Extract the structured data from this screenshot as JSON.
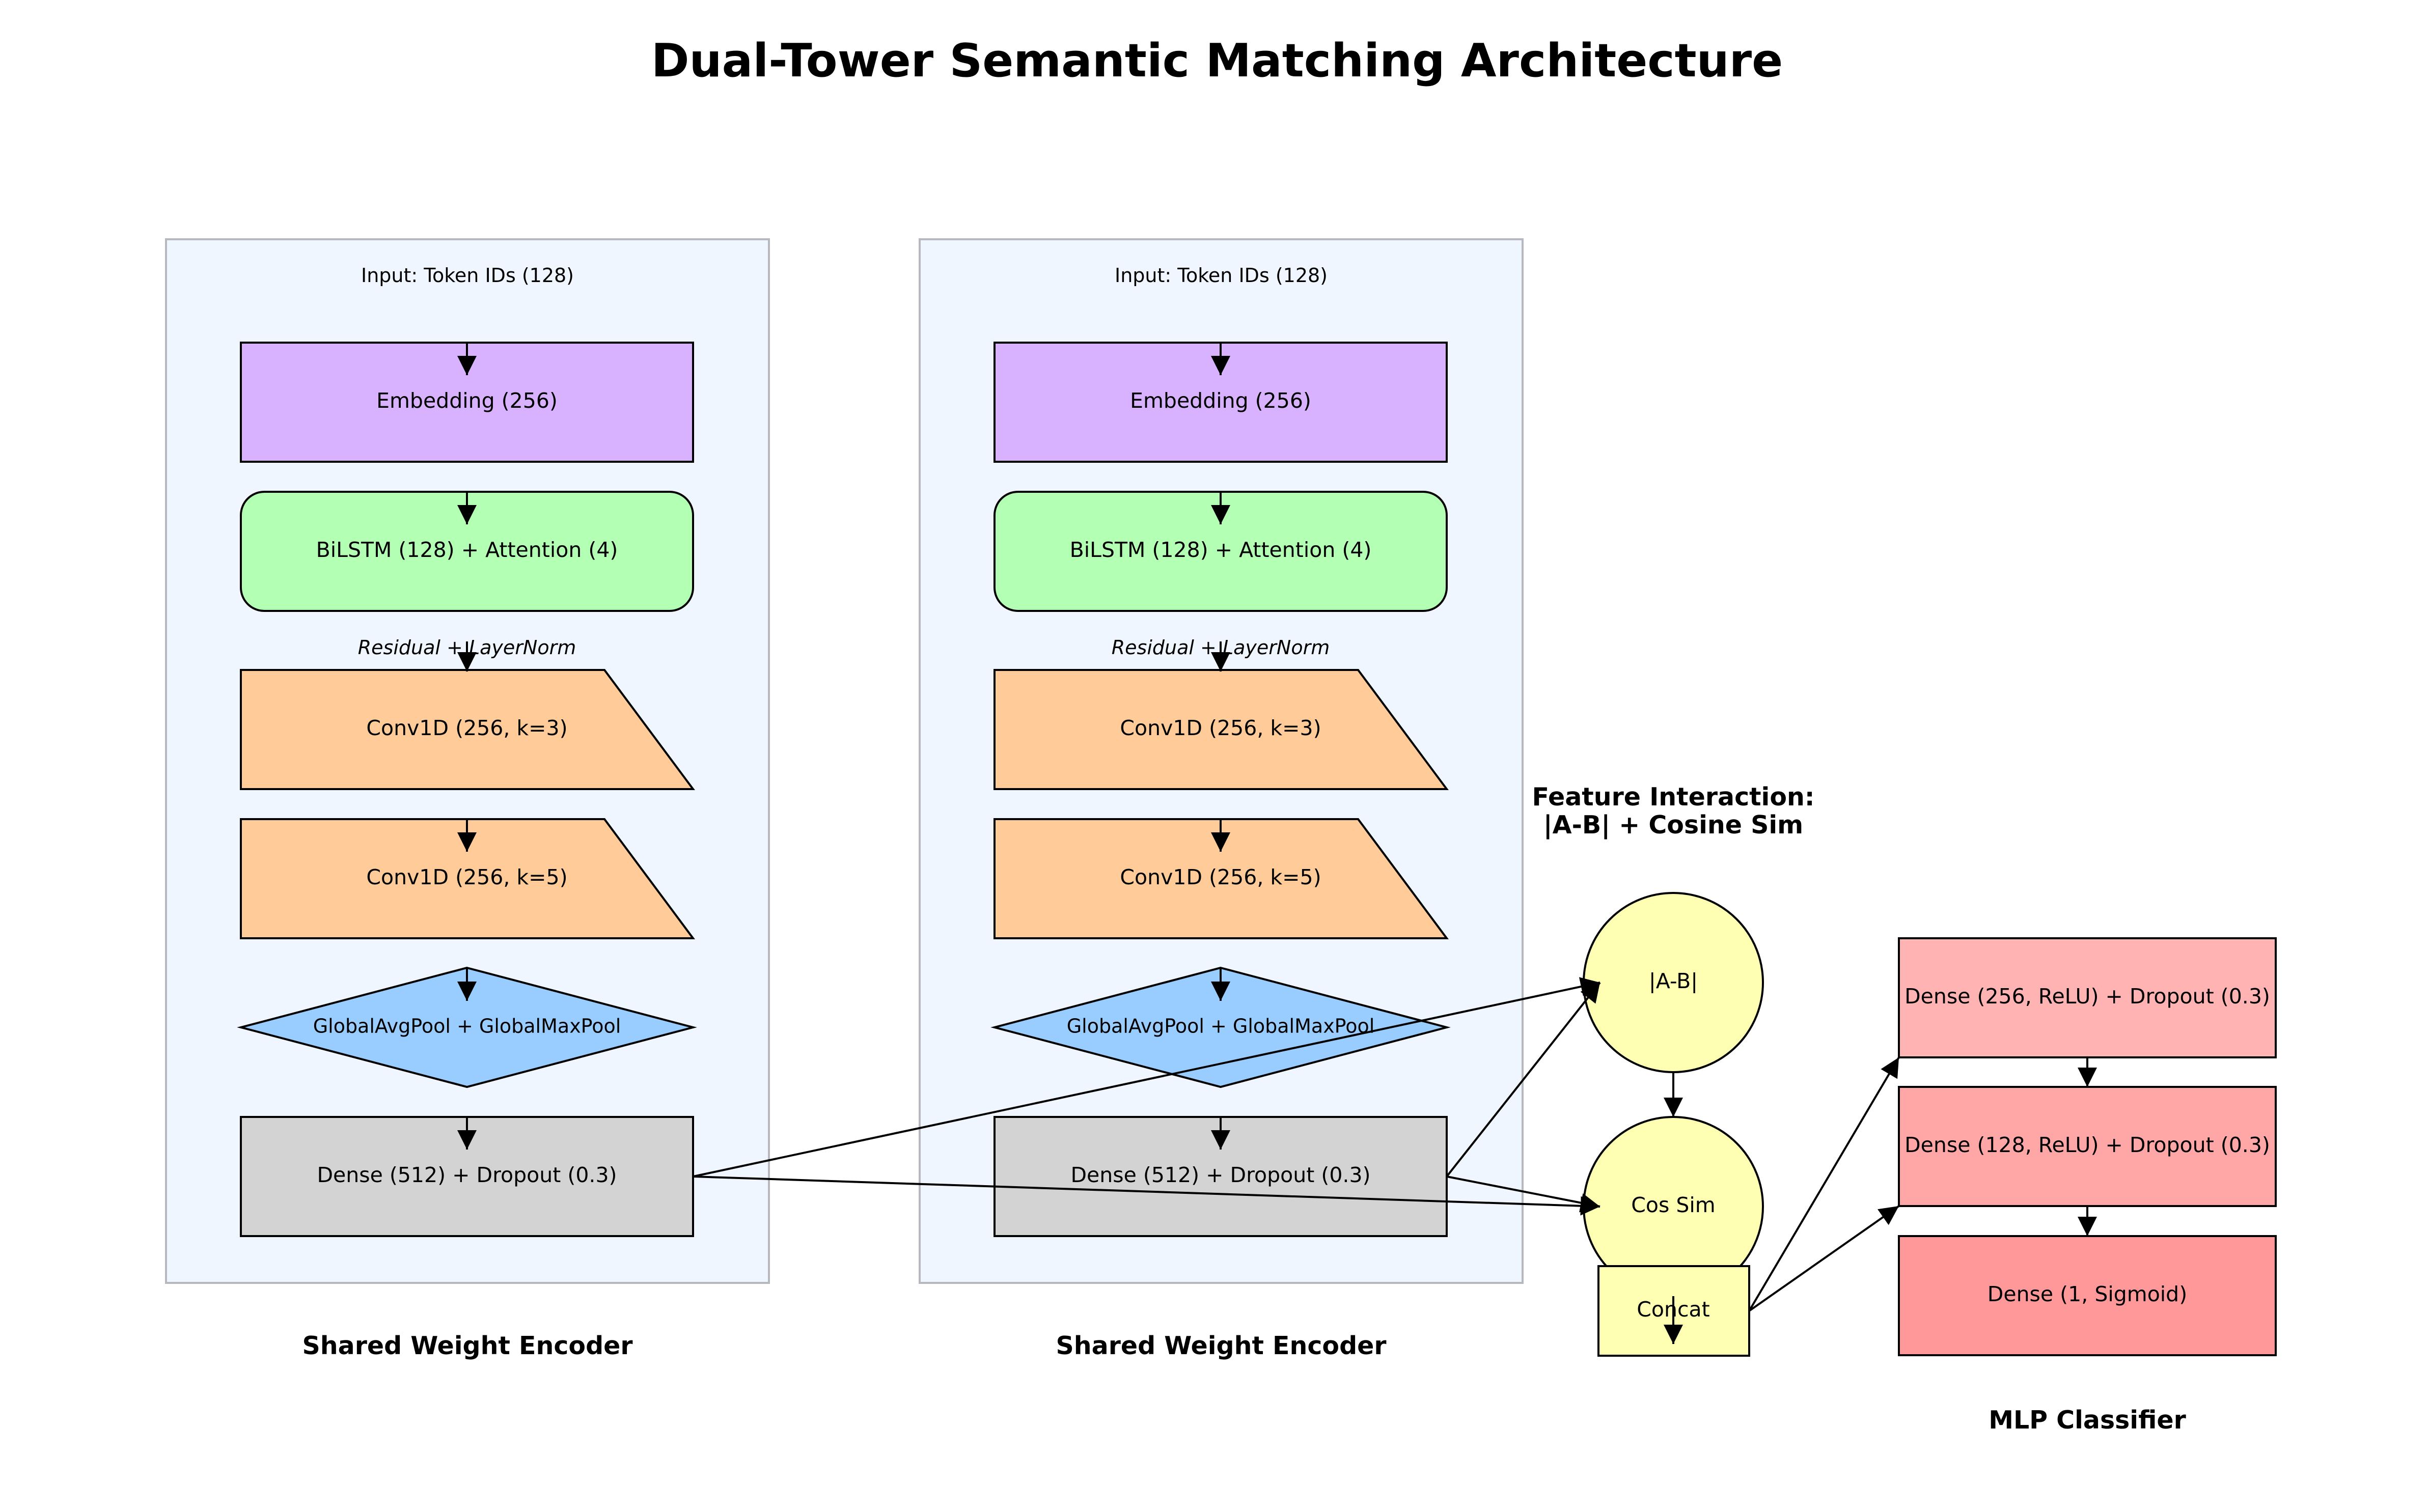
{
  "title": "Dual-Tower Semantic Matching Architecture",
  "colors": {
    "embedding": "#d8b2ff",
    "bilstm": "#b3ffb3",
    "conv": "#ffcc99",
    "pool": "#99ccff",
    "dense": "#d3d3d3",
    "panel": "#f0f6ff",
    "interaction": "#ffffb3",
    "mlp1": "#ffb3b3",
    "mlp2": "#ffa6a6",
    "mlp3": "#ff9999"
  },
  "towers": [
    {
      "input_label": "Input: Token IDs (128)",
      "embedding": "Embedding (256)",
      "bilstm": "BiLSTM (128) + Attention (4)",
      "residual": "Residual + LayerNorm",
      "conv1": "Conv1D (256, k=3)",
      "conv2": "Conv1D (256, k=5)",
      "pool": "GlobalAvgPool + GlobalMaxPool",
      "dense": "Dense (512) + Dropout (0.3)",
      "caption": "Shared Weight Encoder"
    },
    {
      "input_label": "Input: Token IDs (128)",
      "embedding": "Embedding (256)",
      "bilstm": "BiLSTM (128) + Attention (4)",
      "residual": "Residual + LayerNorm",
      "conv1": "Conv1D (256, k=3)",
      "conv2": "Conv1D (256, k=5)",
      "pool": "GlobalAvgPool + GlobalMaxPool",
      "dense": "Dense (512) + Dropout (0.3)",
      "caption": "Shared Weight Encoder"
    }
  ],
  "interaction": {
    "title_line1": "Feature Interaction:",
    "title_line2": "|A-B| + Cosine Sim",
    "absdiff": "|A-B|",
    "cossim": "Cos Sim",
    "concat": "Concat"
  },
  "mlp": {
    "layers": [
      "Dense (256, ReLU) + Dropout (0.3)",
      "Dense (128, ReLU) + Dropout (0.3)",
      "Dense (1, Sigmoid)"
    ],
    "caption": "MLP Classifier"
  }
}
